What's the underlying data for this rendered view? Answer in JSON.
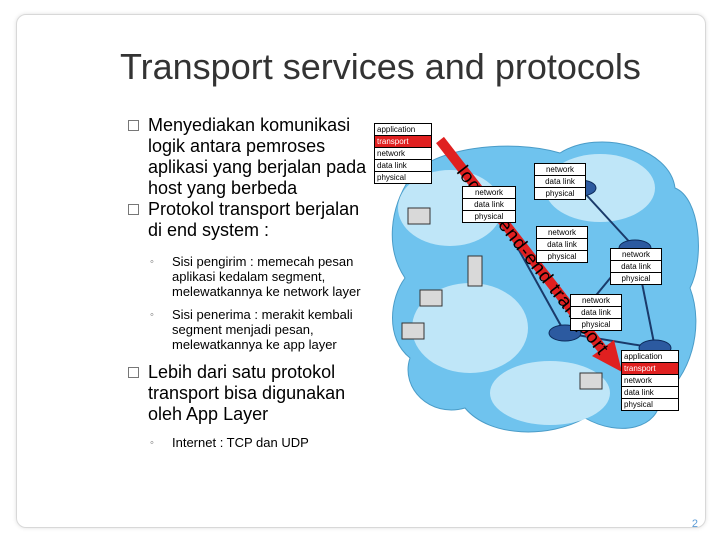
{
  "title": "Transport services and protocols",
  "bullets": [
    {
      "text": "Menyediakan komunikasi logik antara pemroses aplikasi yang berjalan pada host yang berbeda"
    },
    {
      "text": "Protokol transport berjalan di end system :"
    },
    {
      "text": "Lebih dari satu protokol transport bisa digunakan oleh App Layer"
    }
  ],
  "sub_bullets": [
    "Sisi pengirim : memecah pesan aplikasi kedalam segment, melewatkannya ke network layer",
    "Sisi penerima : merakit kembali segment menjadi pesan, melewatkannya ke app layer",
    "Internet : TCP dan UDP"
  ],
  "stacks": {
    "source": [
      "application",
      "transport",
      "network",
      "data link",
      "physical"
    ],
    "router1": [
      "network",
      "data link",
      "physical"
    ],
    "router2": [
      "network",
      "data link",
      "physical"
    ],
    "router3": [
      "network",
      "data link",
      "physical"
    ],
    "router4": [
      "network",
      "data link",
      "physical"
    ],
    "router5": [
      "network",
      "data link",
      "physical"
    ],
    "dest": [
      "application",
      "transport",
      "network",
      "data link",
      "physical"
    ]
  },
  "arrow_label": "logical end-end transport",
  "page_number": "2",
  "colors": {
    "accent": "#e02020",
    "cloud": "#6fc3ee",
    "cloud_light": "#bfe6f8"
  }
}
